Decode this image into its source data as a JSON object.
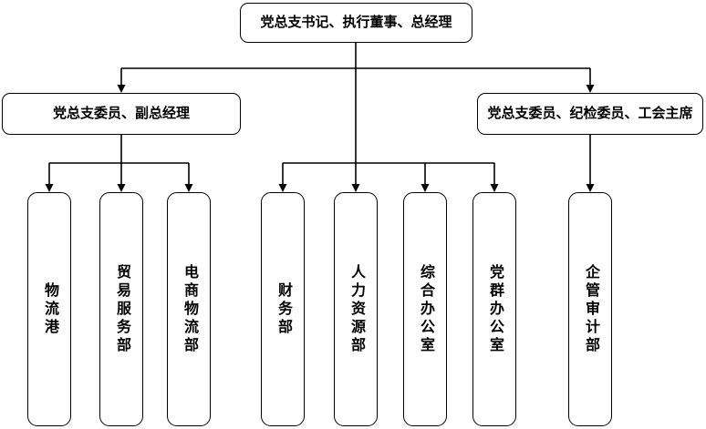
{
  "diagram": {
    "title": "company-organization-chart",
    "root": {
      "label": "党总支书记、执行董事、总经理"
    },
    "managers": {
      "left": {
        "label": "党总支委员、副总经理"
      },
      "right": {
        "label": "党总支委员、纪检委员、工会主席"
      }
    },
    "departments": [
      {
        "label": "物流港"
      },
      {
        "label": "贸易服务部"
      },
      {
        "label": "电商物流部"
      },
      {
        "label": "财务部"
      },
      {
        "label": "人力资源部"
      },
      {
        "label": "综合办公室"
      },
      {
        "label": "党群办公室"
      },
      {
        "label": "企管审计部"
      }
    ],
    "colors": {
      "line": "#000000",
      "box_border": "#000000",
      "box_fill": "#ffffff",
      "text": "#000000",
      "background": "#ffffff"
    }
  }
}
